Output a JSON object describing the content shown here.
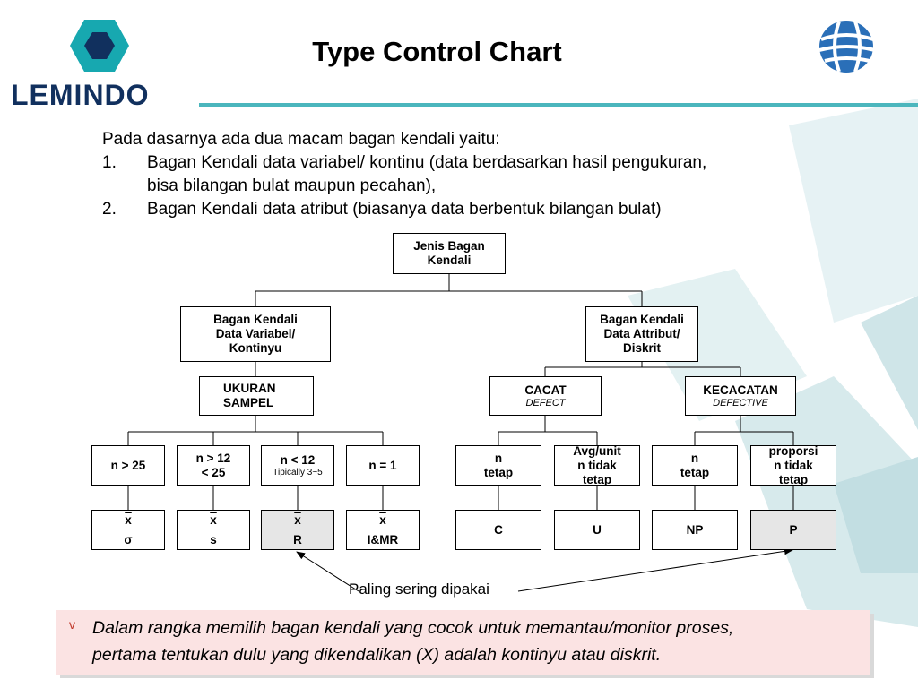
{
  "header": {
    "logo_text": "LEMINDO",
    "title": "Type Control Chart"
  },
  "intro": {
    "lead": "Pada dasarnya ada dua macam bagan kendali yaitu:",
    "items": [
      {
        "num": "1.",
        "line1": "Bagan Kendali data variabel/ kontinu (data berdasarkan hasil pengukuran,",
        "line2": "bisa bilangan bulat maupun pecahan),"
      },
      {
        "num": "2.",
        "line1": "Bagan Kendali data atribut (biasanya data berbentuk bilangan bulat)"
      }
    ]
  },
  "diagram": {
    "root": {
      "line1": "Jenis Bagan",
      "line2": "Kendali"
    },
    "variable": {
      "line1": "Bagan  Kendali",
      "line2": "Data Variabel/",
      "line3": "Kontinyu"
    },
    "attribute": {
      "line1": "Bagan Kendali",
      "line2": "Data Attribut/",
      "line3": "Diskrit"
    },
    "sample_size": {
      "line1": "UKURAN",
      "line2": "SAMPEL"
    },
    "defect": {
      "label": "CACAT",
      "sub": "DEFECT"
    },
    "defective": {
      "label": "KECACATAN",
      "sub": "DEFECTIVE"
    },
    "n_gt_25": "n > 25",
    "n_12_25": {
      "line1": "n > 12",
      "line2": "< 25"
    },
    "n_lt_12": {
      "line1": "n < 12",
      "sub": "Tipically 3~5"
    },
    "n_eq_1": "n = 1",
    "n_tetap_c": {
      "line1": "n",
      "line2": "tetap"
    },
    "avg_unit": {
      "line1": "Avg/unit",
      "line2": "n tidak",
      "line3": "tetap"
    },
    "n_tetap_np": {
      "line1": "n",
      "line2": "tetap"
    },
    "proporsi": {
      "line1": "proporsi",
      "line2": "n tidak",
      "line3": "tetap"
    },
    "chart_xsigma": {
      "top": "x",
      "bottom": "σ"
    },
    "chart_xs": {
      "top": "x",
      "bottom": "s"
    },
    "chart_xr": {
      "top": "x",
      "bottom": "R"
    },
    "chart_imr": {
      "top": "x",
      "bottom": "I&MR"
    },
    "chart_c": "C",
    "chart_u": "U",
    "chart_np": "NP",
    "chart_p": "P"
  },
  "note": "Paling sering dipakai",
  "callout": {
    "bullet": "v",
    "line1": "Dalam rangka memilih bagan kendali yang cocok untuk memantau/monitor proses,",
    "line2": "pertama tentukan dulu yang dikendalikan (X) adalah kontinyu atau diskrit."
  },
  "colors": {
    "accent": "#4bb6bd",
    "logo_blue": "#11305e",
    "callout_bg": "#fbe3e3"
  }
}
